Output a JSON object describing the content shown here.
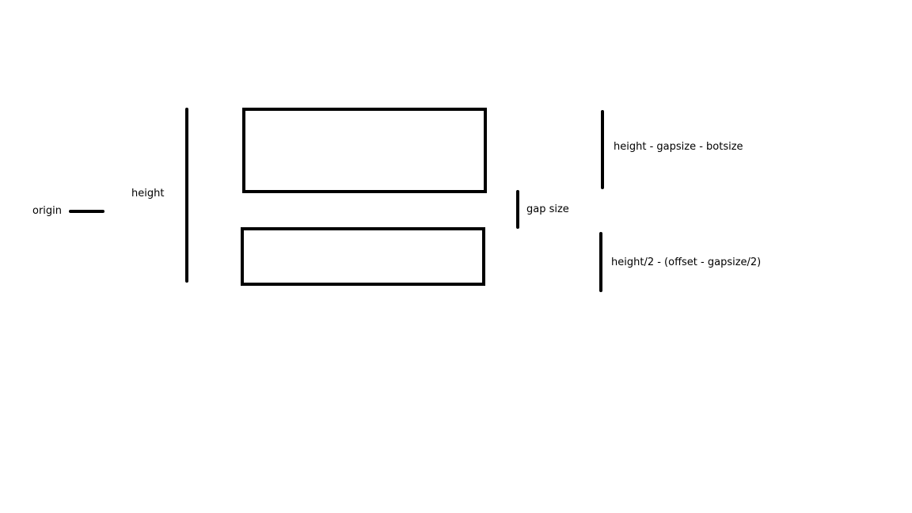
{
  "labels": {
    "origin": "origin",
    "height": "height",
    "gap_size": "gap size",
    "top_size": "height - gapsize - botsize",
    "bottom_size": "height/2 - (offset - gapsize/2)"
  },
  "colors": {
    "stroke": "#000000",
    "background": "#ffffff"
  }
}
